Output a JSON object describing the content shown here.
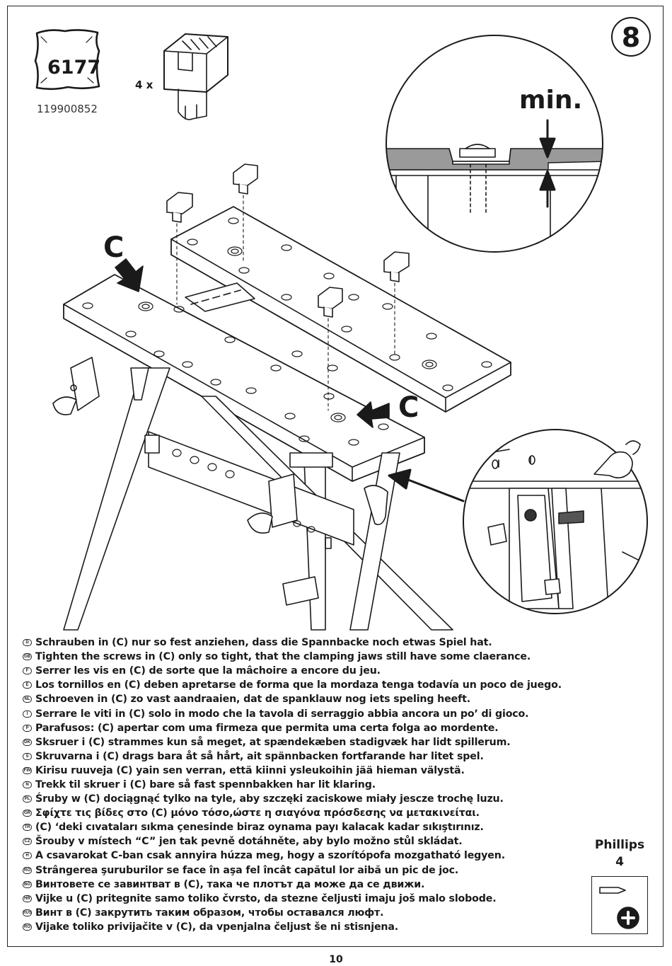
{
  "header": {
    "bag_number": "6177",
    "part_number": "119900852",
    "quantity": "4 x",
    "step_number": "8"
  },
  "callouts": {
    "min_label": "min.",
    "screw_label_1": "C",
    "screw_label_2": "C"
  },
  "instructions": [
    {
      "lang": "D",
      "text": "Schrauben in (C) nur so fest anziehen, dass die Spannbacke noch etwas Spiel hat."
    },
    {
      "lang": "GB",
      "text": "Tighten the screws in (C) only so tight, that the clamping jaws still have some claerance."
    },
    {
      "lang": "F",
      "text": "Serrer les vis en (C) de sorte que la mâchoire a encore du jeu."
    },
    {
      "lang": "E",
      "text": "Los tornillos en (C) deben apretarse de forma que la mordaza tenga todavía un poco de juego."
    },
    {
      "lang": "NL",
      "text": "Schroeven in (C) zo vast aandraaien, dat de spanklauw nog iets speling heeft."
    },
    {
      "lang": "I",
      "text": "Serrare le viti in (C) solo in modo che la tavola di serraggio abbia ancora un po’ di gioco."
    },
    {
      "lang": "P",
      "text": "Parafusos: (C) apertar com uma firmeza que permita uma certa folga ao mordente."
    },
    {
      "lang": "DK",
      "text": "Sksruer i (C) strammes kun så meget, at spændekæben stadigvæk har lidt spillerum."
    },
    {
      "lang": "S",
      "text": "Skruvarna i (C) drags bara åt så hårt, ait spännbacken fortfarande har litet spel."
    },
    {
      "lang": "FIN",
      "text": "Kirisu ruuveja (C) yain sen verran, että kiinni ysleukoihin jää hieman välystä."
    },
    {
      "lang": "N",
      "text": "Trekk til skruer i (C) bare så fast spennbakken har lit klaring."
    },
    {
      "lang": "PL",
      "text": "Śruby w (C) dociągnąć tylko na tyle, aby szczęki zaciskowe miały jescze trochę luzu."
    },
    {
      "lang": "GR",
      "text": "Σφίχτε τις βίδες στο (C) μόνο τόσο,ώστε η σιαγόνα πρόσδεσης να μετακινείται."
    },
    {
      "lang": "TR",
      "text": "(C) ‘deki cıvataları sıkma çenesinde biraz oynama payı kalacak kadar sıkıştırınız."
    },
    {
      "lang": "CZ",
      "text": "Šrouby v místech “C” jen tak pevně dotáhněte, aby bylo možno stůl skládat."
    },
    {
      "lang": "H",
      "text": "A csavarokat C-ban csak annyira húzza meg, hogy a szorítópofa mozgatható legyen."
    },
    {
      "lang": "RO",
      "text": "Strângerea şuruburilor se face în aşa fel încât capătul lor aibă un pic de joc."
    },
    {
      "lang": "BG",
      "text": "Винтовете се завинтват в (С), така че плотът да може да се движи."
    },
    {
      "lang": "HR",
      "text": "Vijke u (C) pritegnite samo toliko čvrsto, da stezne čeljusti imaju još malo slobode."
    },
    {
      "lang": "RUS",
      "text": "Винт в (С) закрутить таким образом, чтобы оставался люфт."
    },
    {
      "lang": "RO",
      "text": "Vijake toliko privijačite v (C), da vpenjalna čeljust še ni stisnjena."
    }
  ],
  "tool": {
    "name": "Phillips",
    "size": "4",
    "icon": "phillips-screwdriver-icon"
  },
  "footer": {
    "page_number": "10"
  }
}
